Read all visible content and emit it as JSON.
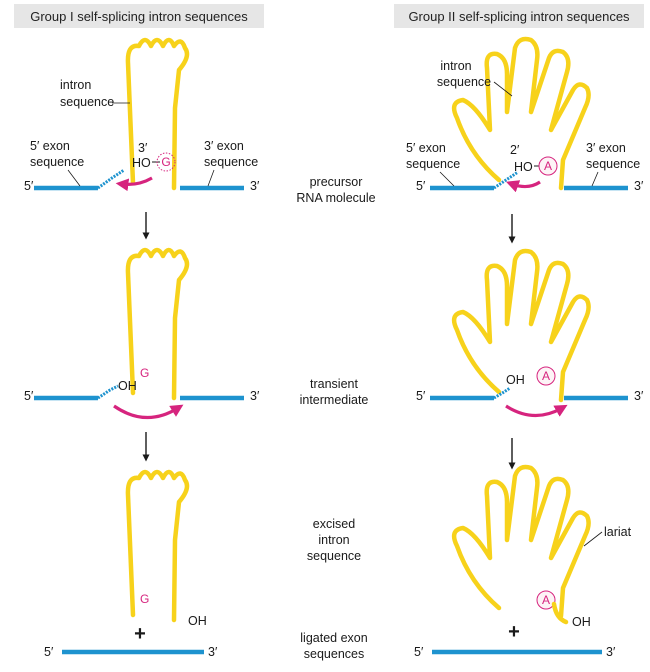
{
  "headers": {
    "group1": "Group I self-splicing intron sequences",
    "group2": "Group II self-splicing intron sequences"
  },
  "stages": {
    "precursor_1": "precursor",
    "precursor_2": "RNA molecule",
    "transient_1": "transient",
    "transient_2": "intermediate",
    "excised_1": "excised",
    "excised_2": "intron",
    "excised_3": "sequence",
    "ligated_1": "ligated exon",
    "ligated_2": "sequences"
  },
  "labels": {
    "intron_1": "intron",
    "intron_2": "sequence",
    "exon5_1": "5′ exon",
    "exon5_2": "sequence",
    "exon3_1": "3′ exon",
    "exon3_2": "sequence",
    "five_prime": "5′",
    "three_prime": "3′",
    "two_prime": "2′",
    "ho": "HO",
    "oh": "OH",
    "g": "G",
    "a": "A",
    "lariat": "lariat",
    "plus": "+"
  },
  "colors": {
    "intron": "#f7d21b",
    "exon": "#1e93cf",
    "nucleotide": "#d6247e",
    "header_bg": "#e6e6e6"
  }
}
